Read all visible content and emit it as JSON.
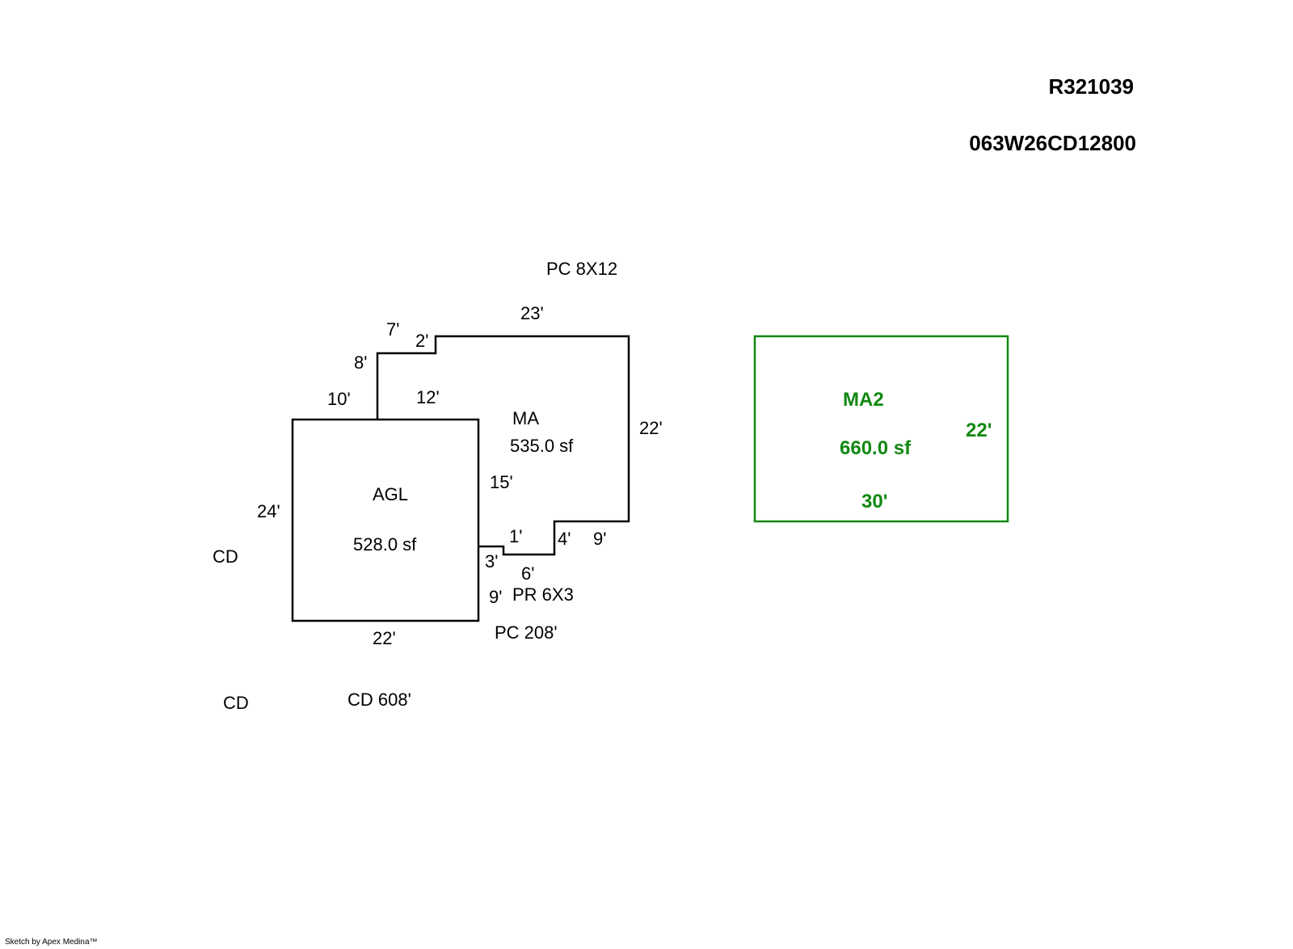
{
  "header": {
    "account_id": "R321039",
    "map_tax_lot": "063W26CD12800"
  },
  "colors": {
    "primary_outline": "#000000",
    "secondary_building": "#118811"
  },
  "main_building": {
    "agl": {
      "code": "AGL",
      "area": "528.0 sf",
      "dims": {
        "left": "24'",
        "bottom": "22'",
        "top": "10'"
      }
    },
    "ma": {
      "code": "MA",
      "area": "535.0 sf",
      "dims": {
        "top": "23'",
        "right": "22'",
        "inner_top": "12'",
        "inner_left": "15'",
        "upper_left": "8'",
        "step_top": "7'",
        "step_side": "2'",
        "lower_right": "9'",
        "lower_step": "4'",
        "bottom": "6'",
        "notch_top": "1'",
        "notch_side": "3'",
        "porch_side": "9'"
      }
    },
    "porch_covered_top": "PC  8X12",
    "porch": "PR  6X3",
    "porch_covered_bottom": "PC  208'"
  },
  "decks": {
    "cd_left": "CD",
    "cd_bottom_left": "CD",
    "cd_bottom": "CD  608'"
  },
  "ma2_building": {
    "code": "MA2",
    "area": "660.0 sf",
    "height_dim": "22'",
    "width_dim": "30'"
  },
  "footer": {
    "credit": "Sketch by Apex Medina™"
  }
}
